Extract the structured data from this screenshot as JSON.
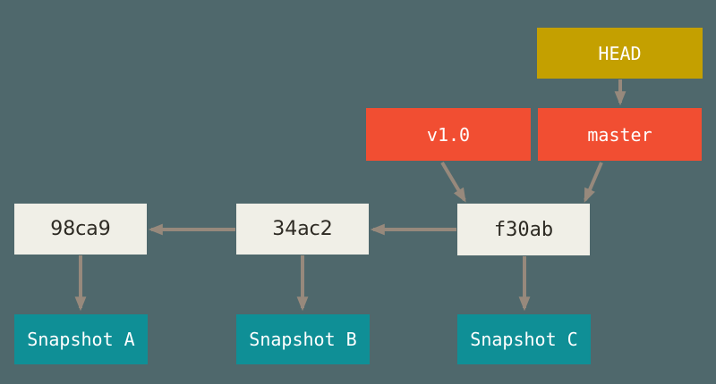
{
  "diagram": {
    "description": "Git commit history with branch, tag and HEAD references pointing at commits, each commit pointing at its snapshot",
    "colors": {
      "background": "#4F686C",
      "head_bg": "#C4A000",
      "ref_bg": "#F14E32",
      "commit_bg": "#F0EFE7",
      "snapshot_bg": "#0F8F96",
      "light_text": "#FFFFFF",
      "dark_text": "#2E2B24",
      "arrow": "#97897C"
    },
    "nodes": {
      "head": {
        "label": "HEAD",
        "type": "reference"
      },
      "tag_v1": {
        "label": "v1.0",
        "type": "tag"
      },
      "branch_master": {
        "label": "master",
        "type": "branch"
      },
      "commit_98ca9": {
        "label": "98ca9",
        "type": "commit"
      },
      "commit_34ac2": {
        "label": "34ac2",
        "type": "commit"
      },
      "commit_f30ab": {
        "label": "f30ab",
        "type": "commit"
      },
      "snapshot_a": {
        "label": "Snapshot A",
        "type": "snapshot"
      },
      "snapshot_b": {
        "label": "Snapshot B",
        "type": "snapshot"
      },
      "snapshot_c": {
        "label": "Snapshot C",
        "type": "snapshot"
      }
    },
    "edges": [
      {
        "from": "HEAD",
        "to": "master"
      },
      {
        "from": "v1.0",
        "to": "f30ab"
      },
      {
        "from": "master",
        "to": "f30ab"
      },
      {
        "from": "f30ab",
        "to": "34ac2"
      },
      {
        "from": "34ac2",
        "to": "98ca9"
      },
      {
        "from": "98ca9",
        "to": "Snapshot A"
      },
      {
        "from": "34ac2",
        "to": "Snapshot B"
      },
      {
        "from": "f30ab",
        "to": "Snapshot C"
      }
    ]
  }
}
